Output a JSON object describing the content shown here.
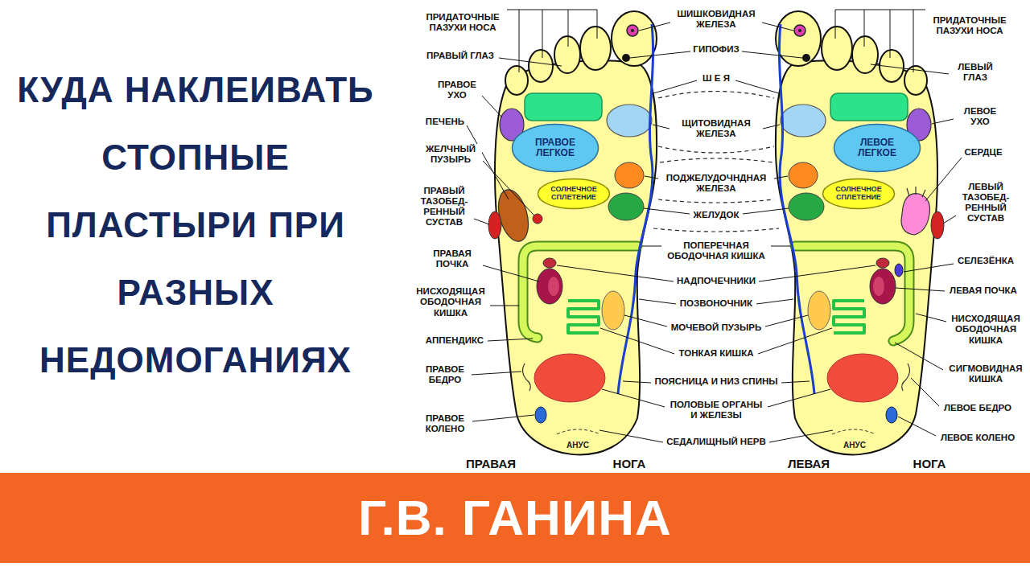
{
  "diagram": {
    "title": "КУДА НАКЛЕИВАТЬ СТОПНЫЕ ПЛАСТЫРИ ПРИ РАЗНЫХ НЕДОМОГАНИЯХ",
    "nodes": [
      {
        "text": [
          "АНУС"
        ]
      },
      {
        "text": [
          "ПРАВОЕ ЛЕГКОЕ"
        ],
        "in": 0
      },
      {
        "text": [
          "СОЛНЕЧНОЕ СПЛЕТЕНИЕ"
        ],
        "in": 0
      },
      {
        "text": [
          "АНУС"
        ]
      },
      {
        "text": [
          "ЛЕВОЕ ЛЕГКОЕ"
        ],
        "in": 3
      },
      {
        "text": [
          "СОЛНЕЧНОЕ СПЛЕТЕНИЕ"
        ],
        "in": 3
      },
      {
        "text": [
          "Г.В. ГАНИНА"
        ]
      }
    ],
    "labels": [
      "ПРИДАТОЧНЫЕ ПАЗУХИ НОСА",
      "ШИШКОВИДНАЯ ЖЕЛЕЗА",
      "ПРИДАТОЧНЫЕ ПАЗУХИ НОСА",
      "ПРАВЫЙ ГЛАЗ",
      "ГИПОФИЗ",
      "ЛЕВЫЙ ГЛАЗ",
      "ПРАВОЕ УХО",
      "Ш Е Я",
      "ЛЕВОЕ УХО",
      "ПЕЧЕНЬ",
      "ЩИТОВИДНАЯ ЖЕЛЕЗА",
      "СЕРДЦЕ",
      "ЖЕЛЧНЫЙ ПУЗЫРЬ",
      "ПОДЖЕЛУДОЧНДНАЯ ЖЕЛЕЗА",
      "ЖЕЛУДОК",
      "ПРАВЫЙ ТАЗОБЕД- РЕННЫЙ СУСТАВ",
      "ЛЕВЫЙ ТАЗОБЕД- РЕННЫЙ СУСТАВ",
      "ПОПЕРЕЧНАЯ ОБОДОЧНАЯ КИШКА",
      "ПРАВАЯ ПОЧКА",
      "СЕЛЕЗЁНКА",
      "НАДПОЧЕЧНИКИ",
      "НИСХОДЯЩАЯ ОБОДОЧНАЯ КИШКА",
      "ЛЕВАЯ ПОЧКА",
      "ПОЗВОНОЧНИК",
      "МОЧЕВОЙ ПУЗЫРЬ",
      "НИСХОДЯЩАЯ ОБОДОЧНАЯ КИШКА",
      "АППЕНДИКС",
      "ТОНКАЯ КИШКА",
      "ПРАВОЕ БЕДРО",
      "СИГМОВИДНАЯ КИШКА",
      "ПОЯСНИЦА И НИЗ СПИНЫ",
      "ЛЕВОЕ БЕДРО",
      "ПОЛОВЫЕ ОРГАНЫ И ЖЕЛЕЗЫ",
      "ПРАВОЕ КОЛЕНО",
      "ЛЕВОЕ КОЛЕНО",
      "СЕДАЛИЩНЫЙ НЕРВ",
      "ПРАВАЯ",
      "НОГА",
      "ЛЕВАЯ",
      "НОГА"
    ]
  }
}
